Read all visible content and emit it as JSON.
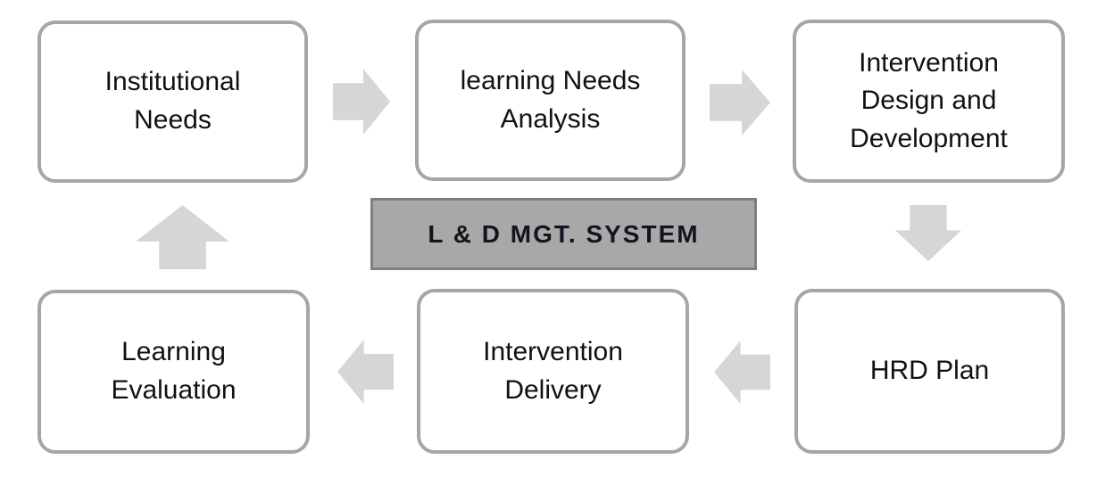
{
  "diagram": {
    "center_title": "L & D MGT. SYSTEM",
    "boxes": [
      {
        "id": "institutional-needs",
        "label": "Institutional Needs"
      },
      {
        "id": "learning-needs-analysis",
        "label": "learning Needs Analysis"
      },
      {
        "id": "intervention-design-and-development",
        "label": "Intervention Design and Development"
      },
      {
        "id": "hrd-plan",
        "label": "HRD Plan"
      },
      {
        "id": "intervention-delivery",
        "label": "Intervention Delivery"
      },
      {
        "id": "learning-evaluation",
        "label": "Learning Evaluation"
      }
    ],
    "arrows": [
      {
        "direction": "right",
        "from": "Institutional Needs",
        "to": "learning Needs Analysis"
      },
      {
        "direction": "right",
        "from": "learning Needs Analysis",
        "to": "Intervention Design and Development"
      },
      {
        "direction": "down",
        "from": "Intervention Design and Development",
        "to": "HRD Plan"
      },
      {
        "direction": "left",
        "from": "HRD Plan",
        "to": "Intervention Delivery"
      },
      {
        "direction": "left",
        "from": "Intervention Delivery",
        "to": "Learning Evaluation"
      },
      {
        "direction": "up",
        "from": "Learning Evaluation",
        "to": "Institutional Needs"
      }
    ],
    "colors": {
      "background": "#ffffff",
      "box_border": "#a6a6a6",
      "box_fill": "#ffffff",
      "box_text": "#111111",
      "arrow_fill": "#d6d6d6",
      "center_fill": "#a8a8a8",
      "center_border": "#7f7f7f",
      "center_text": "#14141e"
    }
  }
}
